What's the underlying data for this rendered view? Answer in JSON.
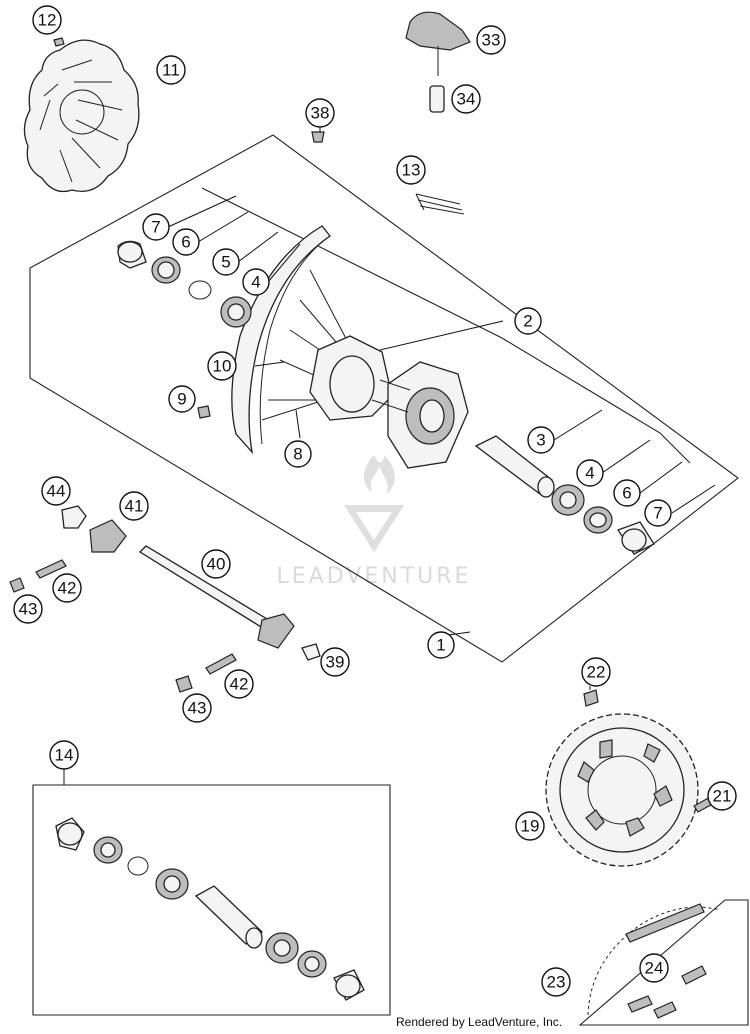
{
  "callouts": {
    "c1": "1",
    "c2": "2",
    "c3": "3",
    "c4a": "4",
    "c4b": "4",
    "c5": "5",
    "c6a": "6",
    "c6b": "6",
    "c7a": "7",
    "c7b": "7",
    "c8": "8",
    "c9": "9",
    "c10": "10",
    "c11": "11",
    "c12": "12",
    "c13": "13",
    "c14": "14",
    "c19": "19",
    "c21": "21",
    "c22": "22",
    "c23": "23",
    "c24": "24",
    "c33": "33",
    "c34": "34",
    "c38": "38",
    "c39": "39",
    "c40": "40",
    "c41": "41",
    "c42a": "42",
    "c42b": "42",
    "c43a": "43",
    "c43b": "43",
    "c44": "44"
  },
  "watermark": {
    "text": "LEADVENTURE"
  },
  "footer": {
    "text": "Rendered by LeadVenture, Inc."
  }
}
